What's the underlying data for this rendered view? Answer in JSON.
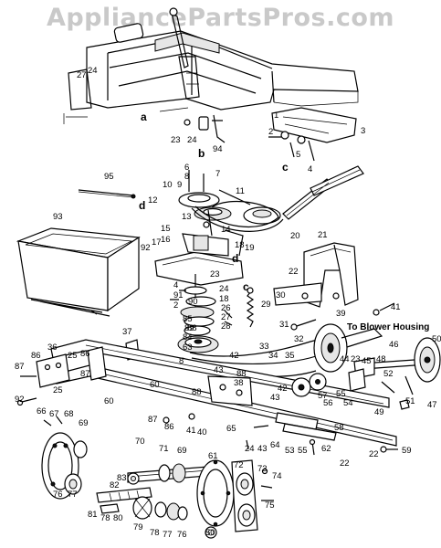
{
  "watermark": "AppliancePartsPros.com",
  "note_blower": "To Blower Housing",
  "letters": {
    "a": "a",
    "b": "b",
    "c": "c",
    "c2": "c",
    "d": "d",
    "d2": "d"
  },
  "callouts": {
    "p27a": "27",
    "p24a": "24",
    "pA1": "1",
    "pA2": "2",
    "pA3": "3",
    "pA5": "5",
    "pA4": "4",
    "p23a": "23",
    "p24b": "24",
    "p94": "94",
    "p95": "95",
    "p6": "6",
    "p8": "8",
    "p7": "7",
    "p10": "10",
    "p9": "9",
    "p12": "12",
    "p11": "11",
    "p13": "13",
    "p14": "14",
    "p20": "20",
    "p21": "21",
    "p93": "93",
    "p15": "15",
    "p16": "16",
    "p17": "17",
    "p92a": "92",
    "p18": "18",
    "p19": "19",
    "p22a": "22",
    "p23b": "23",
    "p4b": "4",
    "p24c": "24",
    "p91": "91",
    "p90": "90",
    "p18b": "18",
    "p26": "26",
    "p2b": "2",
    "p29": "29",
    "p30": "30",
    "p41a": "41",
    "p85": "85",
    "p27b": "27",
    "p89": "89",
    "p28": "28",
    "p88a": "88",
    "p84": "84",
    "p63": "63",
    "p31": "31",
    "p39": "39",
    "p37": "37",
    "p32": "32",
    "p36": "36",
    "p86a": "86",
    "p25a": "25",
    "p86b": "86",
    "p42": "42",
    "p33": "33",
    "p34": "34",
    "p35": "35",
    "p23c": "23",
    "p45": "45",
    "p44": "44",
    "p46": "46",
    "p48": "48",
    "p8b": "8",
    "p43a": "43",
    "p88b": "88",
    "p87a": "87",
    "p87b": "87",
    "p60a": "60",
    "p60b": "60",
    "p38": "38",
    "p50a": "50",
    "p52": "52",
    "p55a": "55",
    "p56": "56",
    "p57": "57",
    "p51": "51",
    "p47": "47",
    "p25b": "25",
    "p92b": "92",
    "p88c": "88",
    "p42b": "42",
    "p43b": "43",
    "p54": "54",
    "p49": "49",
    "p58": "58",
    "p66": "66",
    "p67": "67",
    "p68": "68",
    "p87c": "87",
    "p86c": "86",
    "p41b": "41",
    "p40": "40",
    "p65": "65",
    "p24d": "24",
    "p43c": "43",
    "p64": "64",
    "p53": "53",
    "p55b": "55",
    "p62": "62",
    "p22b": "22",
    "p59": "59",
    "p22c": "22",
    "p69a": "69",
    "p70": "70",
    "p71": "71",
    "p69b": "69",
    "p61": "61",
    "p72": "72",
    "p73": "73",
    "p74": "74",
    "p75": "75",
    "p76": "76",
    "p77a": "77",
    "p83": "83",
    "p82": "82",
    "p81": "81",
    "p78a": "78",
    "p80": "80",
    "p79": "79",
    "p78b": "78",
    "p77b": "77",
    "p76b": "76",
    "p50b": "50"
  }
}
